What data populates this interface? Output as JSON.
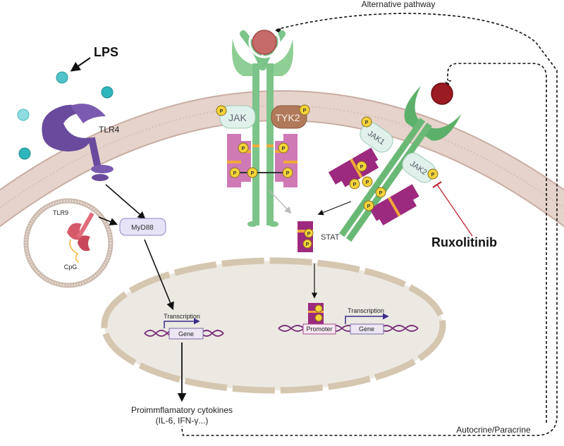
{
  "labels": {
    "alternative_pathway": "Alternative pathway",
    "lps": "LPS",
    "tlr4": "TLR4",
    "tlr9": "TLR9",
    "cpg": "CpG",
    "myd88": "MyD88",
    "jak": "JAK",
    "tyk2": "TYK2",
    "jak1": "JAK1",
    "jak2": "JAK2",
    "stat": "STAT",
    "ruxolitinib": "Ruxolitinib",
    "transcription_left": "Transcription",
    "transcription_right": "Transcription",
    "gene_left": "Gene",
    "gene_right": "Gene",
    "promoter": "Promoter",
    "cytokines_line1": "Proimmflamatory cytokines",
    "cytokines_line2": "(IL-6, IFN-γ...)",
    "autocrine": "Autocrine/Paracrine",
    "phospho": "P"
  },
  "colors": {
    "membrane": "#e6d3cc",
    "membrane_edge": "#c9ada3",
    "receptor_green": "#7cc48a",
    "receptor_dark_green": "#3f9a4e",
    "ligand_red": "#c76a6a",
    "ligand_dark_red": "#9b1b22",
    "jak_magenta": "#b0479a",
    "jak_dark": "#8e1f6e",
    "orange_band": "#f0a93a",
    "phospho_yellow": "#f5d33a",
    "tlr_purple": "#6a4a9c",
    "lps_teal": "#4fc3c9",
    "tyk2_brown": "#b07a5a",
    "jak_pale": "#dff1ea",
    "nucleus_fill": "#ece9e2",
    "nucleus_edge": "#d5c6b0",
    "dna": "#7a2f7a",
    "gene_box": "#ece6f5",
    "myd88_box": "#e7e3f7",
    "inhibitor_red": "#c0212b"
  }
}
